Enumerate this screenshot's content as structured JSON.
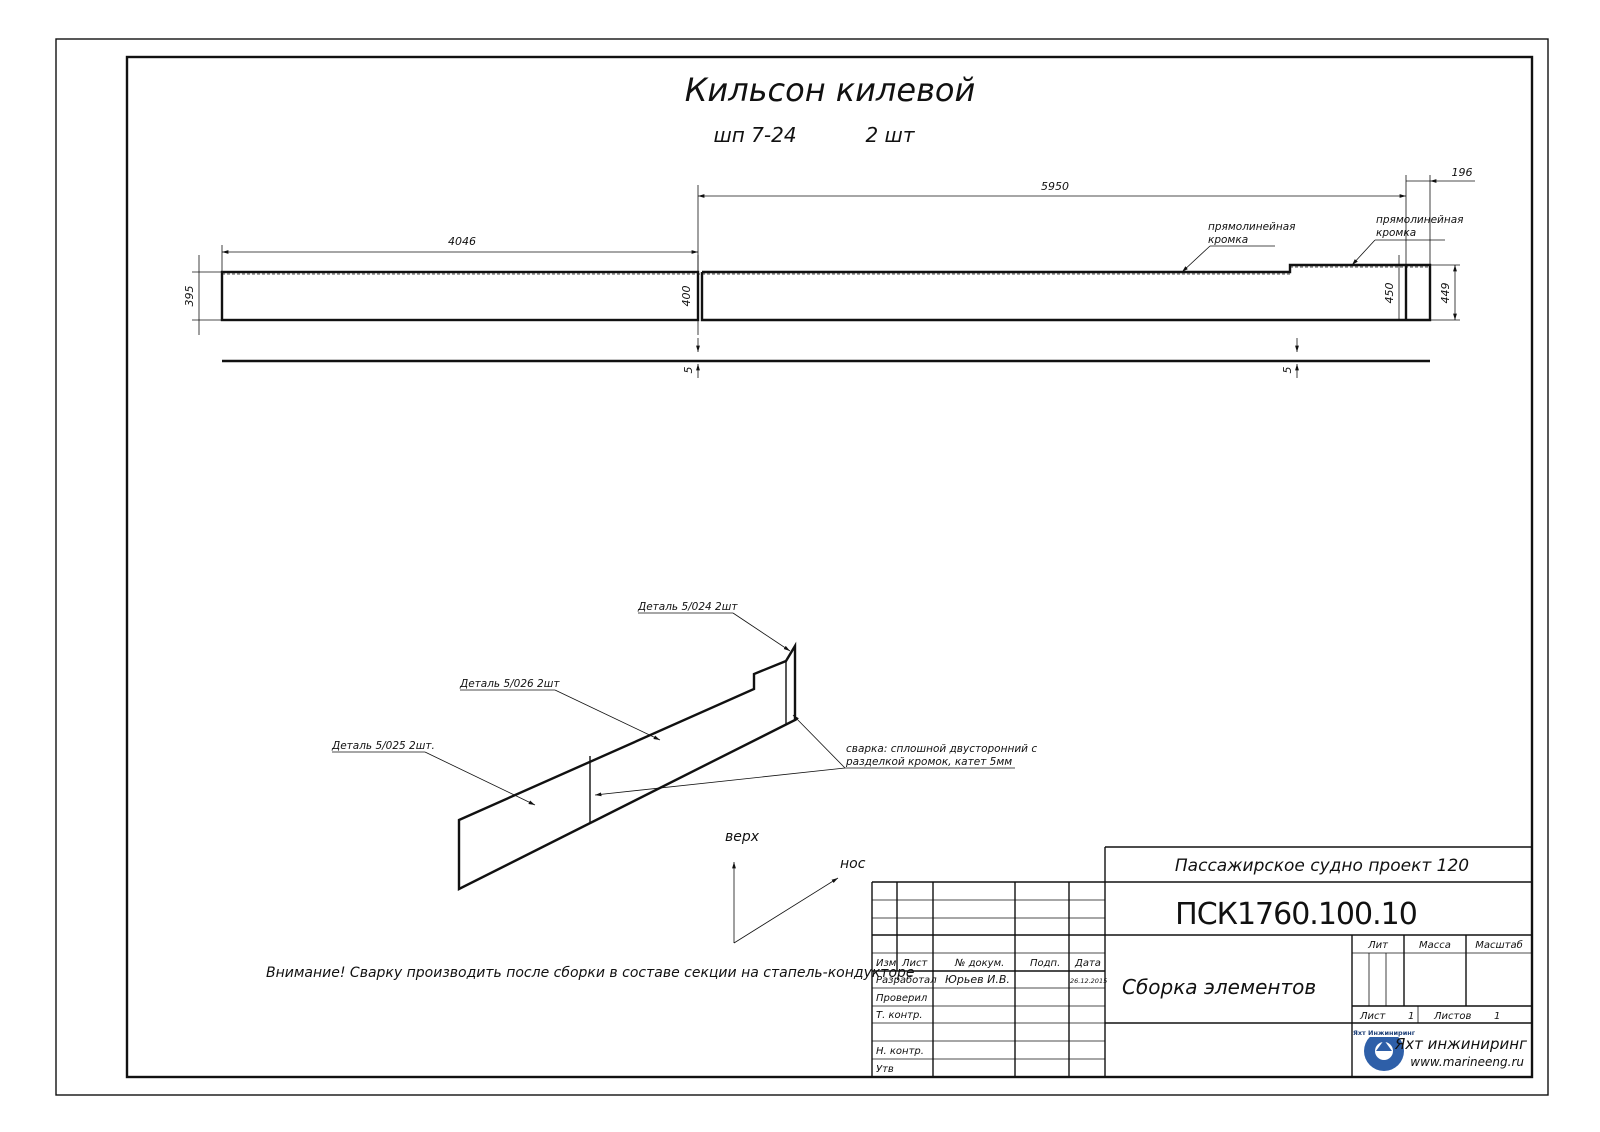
{
  "title": {
    "main": "Кильсон килевой",
    "frames": "шп 7-24",
    "qty": "2 шт"
  },
  "dimensions": {
    "d4046": "4046",
    "d5950": "5950",
    "d196": "196",
    "d395": "395",
    "d400": "400",
    "d450": "450",
    "d449": "449",
    "d5a": "5",
    "d5b": "5"
  },
  "callouts": {
    "edge1_l1": "прямолинейная",
    "edge1_l2": "кромка",
    "edge2_l1": "прямолинейная",
    "edge2_l2": "кромка",
    "part024": "Деталь 5/024 2шт",
    "part026": "Деталь 5/026 2шт",
    "part025": "Деталь 5/025 2шт.",
    "weld_l1": "сварка: сплошной двусторонний с",
    "weld_l2": "разделкой кромок, катет 5мм"
  },
  "axes": {
    "up": "верх",
    "bow": "нос"
  },
  "warning": "Внимание! Сварку производить после сборки в составе секции на стапель-кондукторе",
  "title_block": {
    "project": "Пассажирское судно проект 120",
    "code": "ПСК1760.100.10",
    "name": "Сборка элементов",
    "hdr_izm": "Изм",
    "hdr_list": "Лист",
    "hdr_ndoc": "№ докум.",
    "hdr_podp": "Подп.",
    "hdr_data": "Дата",
    "role_dev": "Разработал",
    "dev_name": "Юрьев И.В.",
    "dev_date": "26.12.2015",
    "role_check": "Проверил",
    "role_tkontr": "Т. контр.",
    "role_nkontr": "Н. контр.",
    "role_utv": "Утв",
    "lit": "Лит",
    "mass": "Масса",
    "scale": "Масштаб",
    "sheet_label": "Лист",
    "sheet_val": "1",
    "sheets_label": "Листов",
    "sheets_val": "1",
    "company": "Яхт инжиниринг",
    "site": "www.marineeng.ru",
    "logo_text": "Яхт Инжиниринг"
  }
}
